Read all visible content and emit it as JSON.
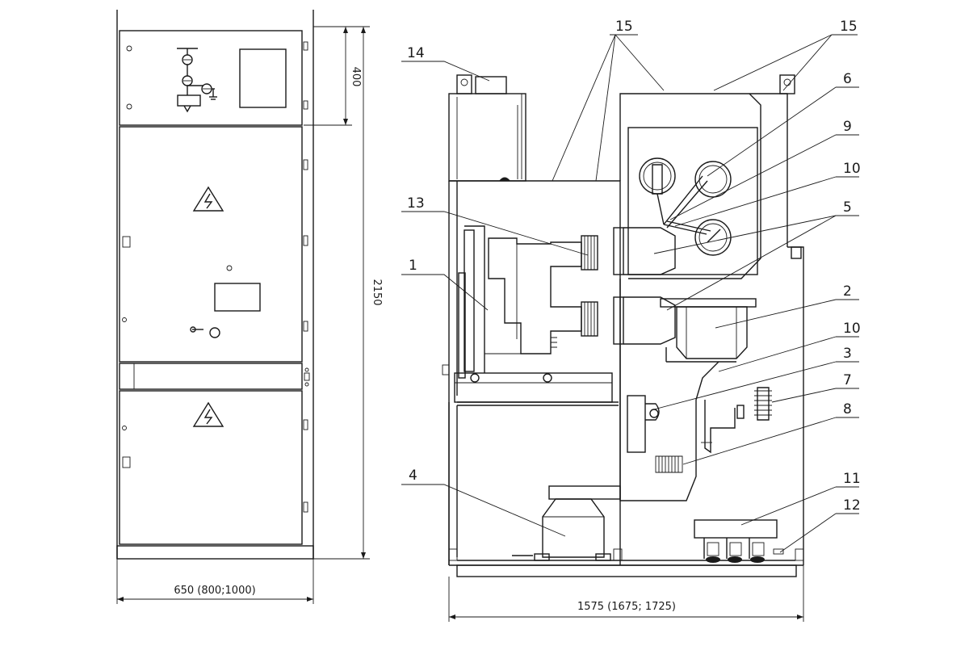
{
  "dimensions": {
    "front_height": "2150",
    "front_top_section": "400",
    "front_width": "650 (800;1000)",
    "side_depth": "1575 (1675; 1725)"
  },
  "callouts": {
    "c1": "1",
    "c2": "2",
    "c3": "3",
    "c4": "4",
    "c5": "5",
    "c6": "6",
    "c7": "7",
    "c8": "8",
    "c9": "9",
    "c10a": "10",
    "c10b": "10",
    "c11": "11",
    "c12": "12",
    "c13": "13",
    "c14": "14",
    "c15a": "15",
    "c15b": "15"
  },
  "icons": {
    "warning": "high-voltage-warning-icon",
    "mimic": "single-line-mimic-diagram-icon"
  }
}
